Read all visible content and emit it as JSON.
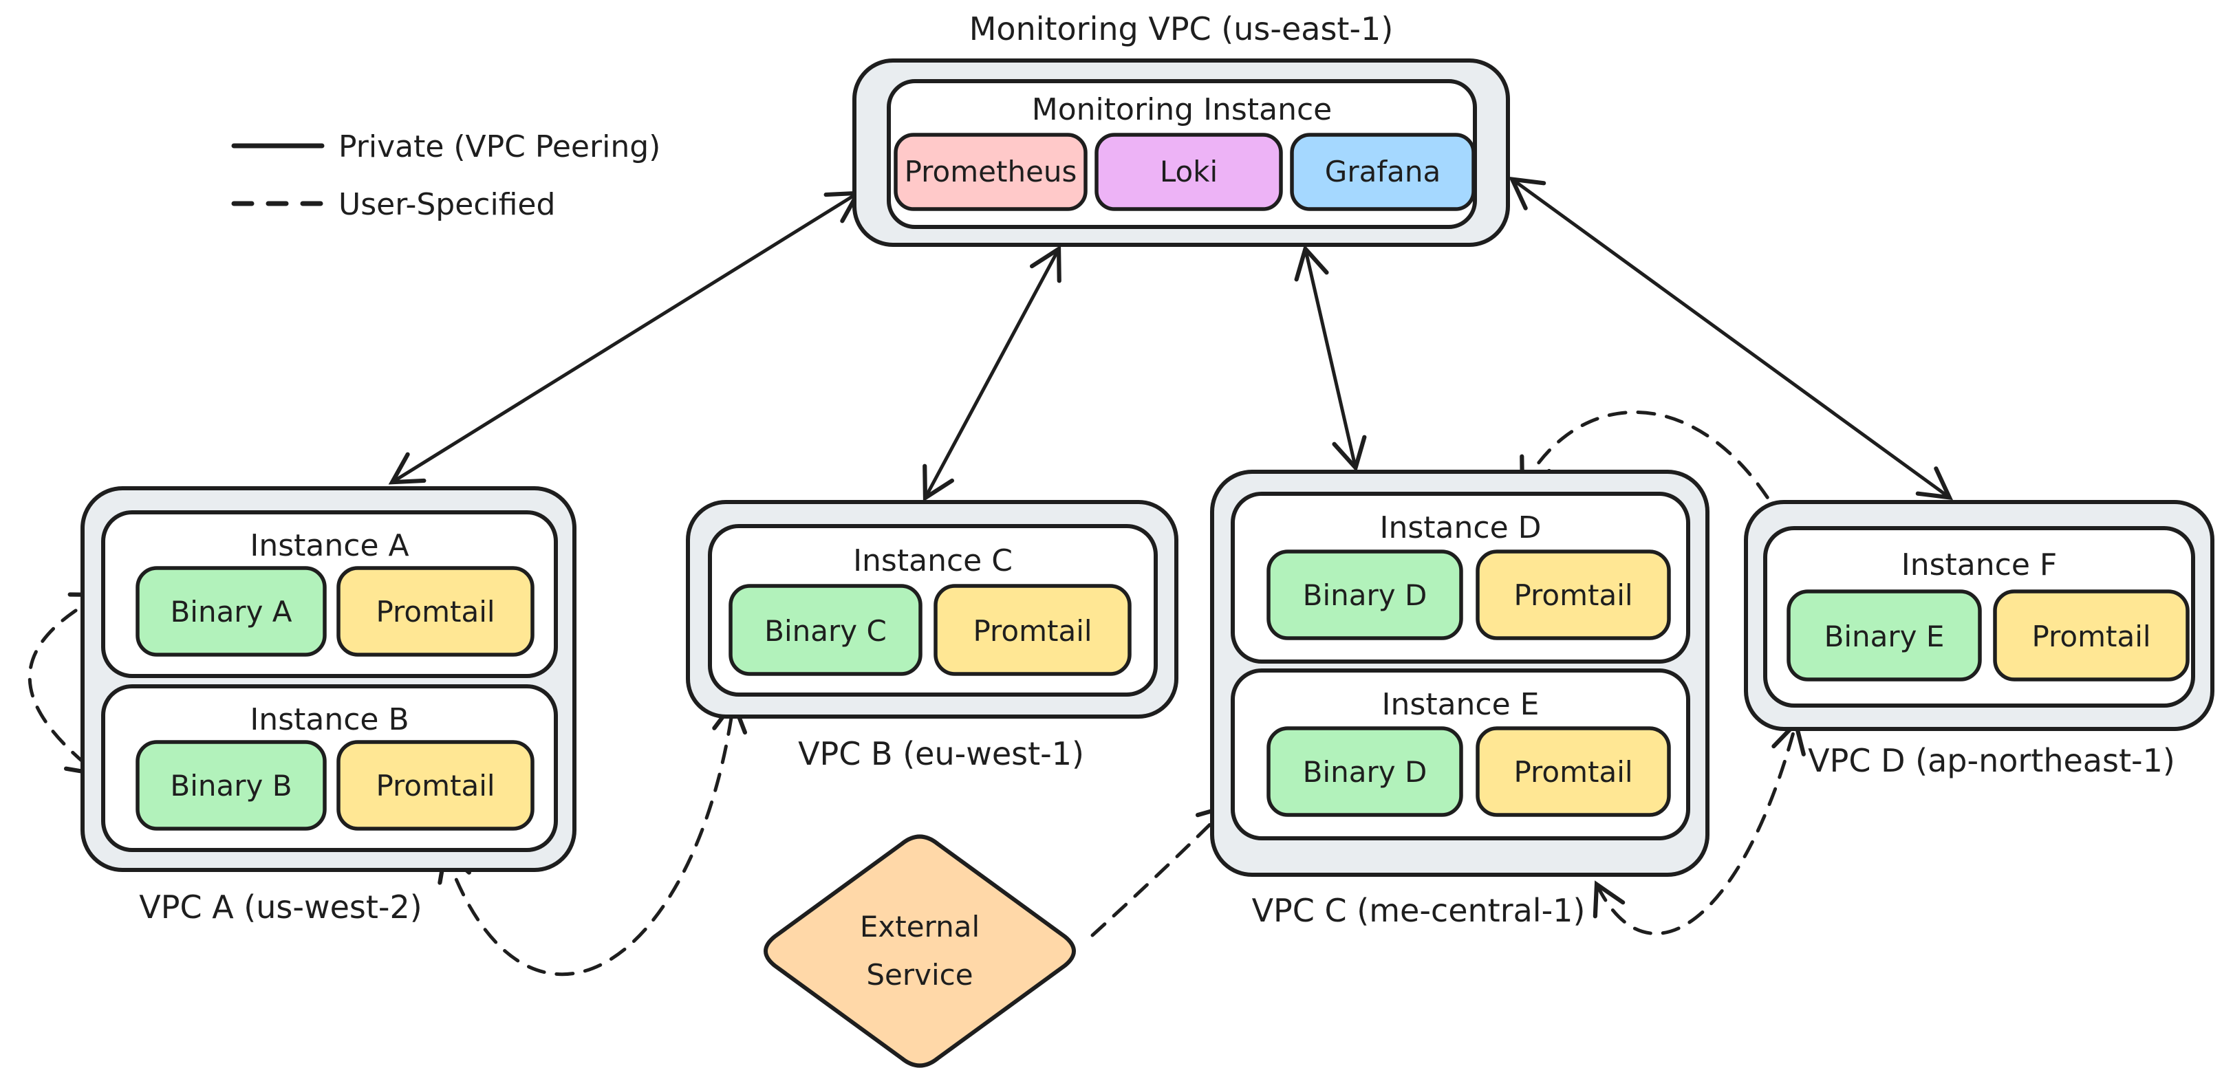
{
  "legend": {
    "private_label": "Private (VPC Peering)",
    "user_label": "User-Specified"
  },
  "monitoring_vpc": {
    "label": "Monitoring VPC (us-east-1)",
    "instance": {
      "title": "Monitoring Instance",
      "services": [
        "Prometheus",
        "Loki",
        "Grafana"
      ]
    }
  },
  "vpcs": [
    {
      "label": "VPC A (us-west-2)",
      "instances": [
        {
          "title": "Instance A",
          "binary": "Binary A",
          "agent": "Promtail"
        },
        {
          "title": "Instance B",
          "binary": "Binary B",
          "agent": "Promtail"
        }
      ]
    },
    {
      "label": "VPC B (eu-west-1)",
      "instances": [
        {
          "title": "Instance C",
          "binary": "Binary C",
          "agent": "Promtail"
        }
      ]
    },
    {
      "label": "VPC C (me-central-1)",
      "instances": [
        {
          "title": "Instance D",
          "binary": "Binary D",
          "agent": "Promtail"
        },
        {
          "title": "Instance E",
          "binary": "Binary D",
          "agent": "Promtail"
        }
      ]
    },
    {
      "label": "VPC D (ap-northeast-1)",
      "instances": [
        {
          "title": "Instance F",
          "binary": "Binary E",
          "agent": "Promtail"
        }
      ]
    }
  ],
  "external_service": {
    "line1": "External",
    "line2": "Service"
  },
  "connections": [
    {
      "from": "VPC A",
      "to": "Monitoring VPC",
      "type": "private",
      "bidirectional": true
    },
    {
      "from": "VPC B",
      "to": "Monitoring VPC",
      "type": "private",
      "bidirectional": true
    },
    {
      "from": "VPC C",
      "to": "Monitoring VPC",
      "type": "private",
      "bidirectional": true
    },
    {
      "from": "VPC D",
      "to": "Monitoring VPC",
      "type": "private",
      "bidirectional": true
    },
    {
      "from": "Instance A",
      "to": "Instance B",
      "type": "user-specified",
      "bidirectional": true
    },
    {
      "from": "Instance B",
      "to": "VPC B",
      "type": "user-specified",
      "bidirectional": true
    },
    {
      "from": "External Service",
      "to": "Instance E",
      "type": "user-specified",
      "bidirectional": false
    },
    {
      "from": "VPC C",
      "to": "VPC D",
      "type": "user-specified",
      "bidirectional": true
    },
    {
      "from": "Instance E",
      "to": "VPC D",
      "type": "user-specified",
      "bidirectional": true
    }
  ],
  "colors": {
    "stroke": "#1e1e1e",
    "vpc_fill": "#e9edf0",
    "instance_fill": "#ffffff",
    "green": "#b2f2bb",
    "yellow": "#ffe794",
    "red": "#ffc9c9",
    "violet": "#edb3f6",
    "blue": "#a5d8ff",
    "orange": "#ffd8a8"
  }
}
